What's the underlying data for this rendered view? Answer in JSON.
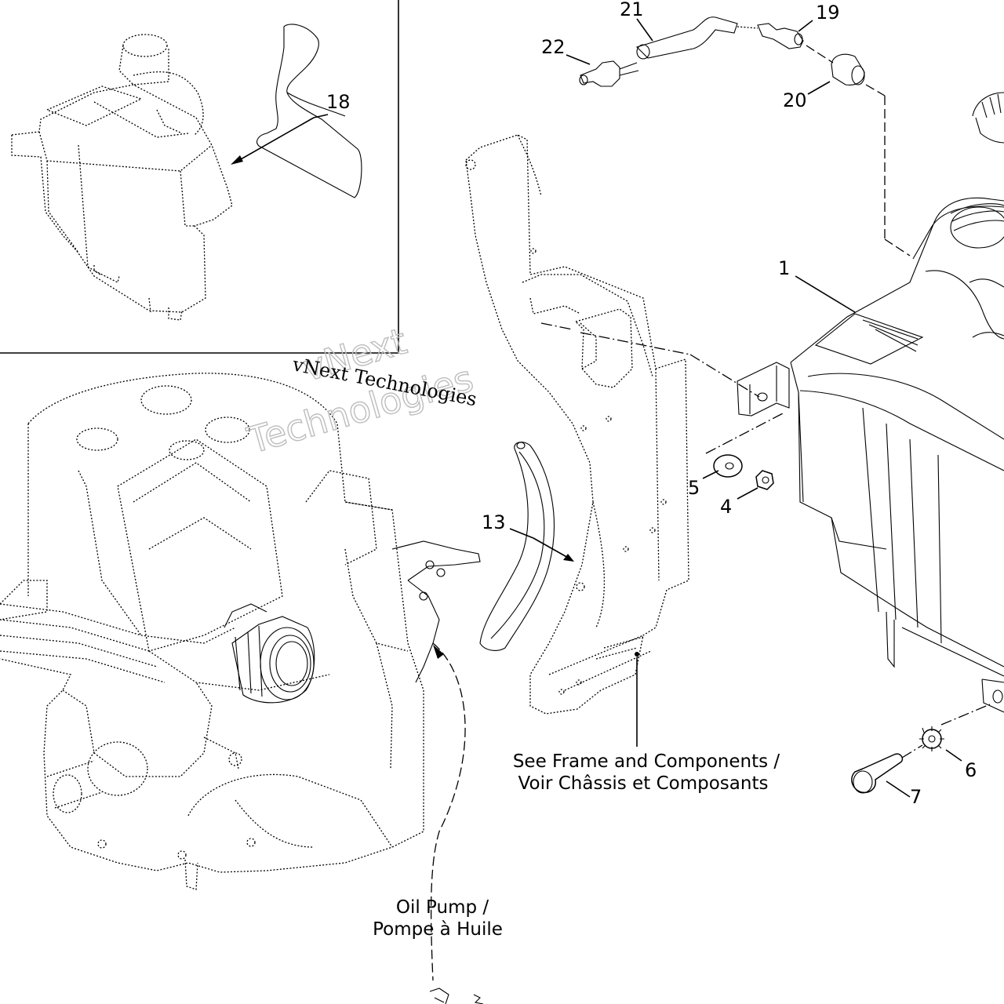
{
  "callouts": {
    "c1": "1",
    "c4": "4",
    "c5": "5",
    "c6": "6",
    "c7": "7",
    "c13": "13",
    "c18": "18",
    "c19": "19",
    "c20": "20",
    "c21": "21",
    "c22": "22"
  },
  "notes": {
    "frame_line1": "See Frame and Components /",
    "frame_line2": "Voir Châssis et Composants",
    "oilpump_line1": "Oil Pump /",
    "oilpump_line2": "Pompe à Huile"
  },
  "watermark": {
    "small": "vNext Technologies",
    "big_line1": "vNext",
    "big_line2": "Technologies"
  },
  "colors": {
    "ink": "#000000",
    "watermark_outline": "#bdbdbd",
    "background": "#ffffff"
  }
}
